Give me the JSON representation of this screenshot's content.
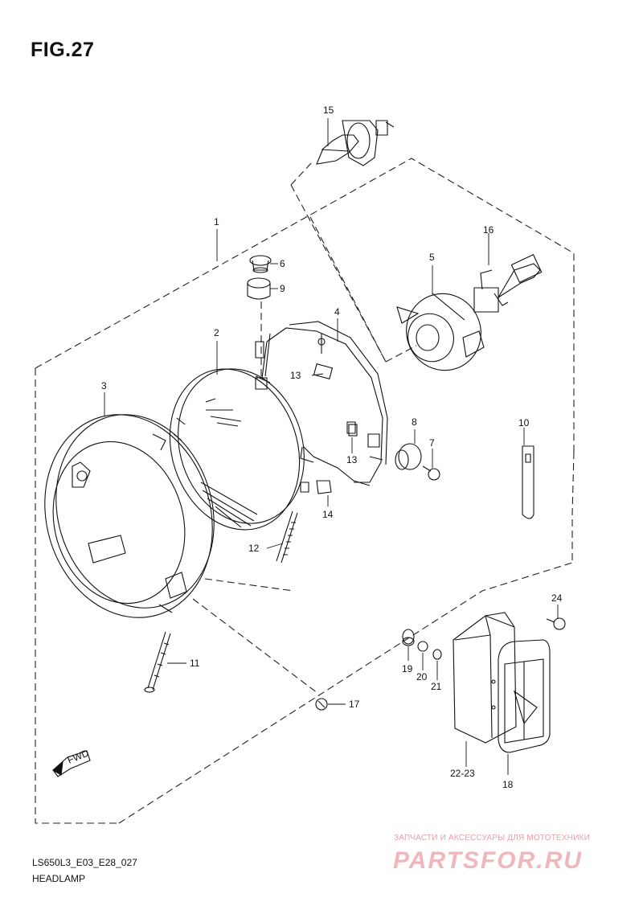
{
  "figure": {
    "title": "FIG.27",
    "code": "LS650L3_E03_E28_027",
    "name": "HEADLAMP"
  },
  "callouts": [
    {
      "id": "1",
      "label": "1"
    },
    {
      "id": "2",
      "label": "2"
    },
    {
      "id": "3",
      "label": "3"
    },
    {
      "id": "4",
      "label": "4"
    },
    {
      "id": "5",
      "label": "5"
    },
    {
      "id": "6",
      "label": "6"
    },
    {
      "id": "7",
      "label": "7"
    },
    {
      "id": "8",
      "label": "8"
    },
    {
      "id": "9",
      "label": "9"
    },
    {
      "id": "10",
      "label": "10"
    },
    {
      "id": "11",
      "label": "11"
    },
    {
      "id": "12",
      "label": "12"
    },
    {
      "id": "13a",
      "label": "13"
    },
    {
      "id": "13b",
      "label": "13"
    },
    {
      "id": "14",
      "label": "14"
    },
    {
      "id": "15",
      "label": "15"
    },
    {
      "id": "16",
      "label": "16"
    },
    {
      "id": "17",
      "label": "17"
    },
    {
      "id": "18",
      "label": "18"
    },
    {
      "id": "19",
      "label": "19"
    },
    {
      "id": "20",
      "label": "20"
    },
    {
      "id": "21",
      "label": "21"
    },
    {
      "id": "22-23",
      "label": "22-23"
    },
    {
      "id": "24",
      "label": "24"
    }
  ],
  "fwd_arrow": {
    "label": "FWD"
  },
  "watermark": {
    "caption": "ЗАПЧАСТИ И АКСЕССУАРЫ ДЛЯ МОТОТЕХНИКИ",
    "logo_text": "PARTSFOR.RU",
    "color": "#d2303c"
  }
}
